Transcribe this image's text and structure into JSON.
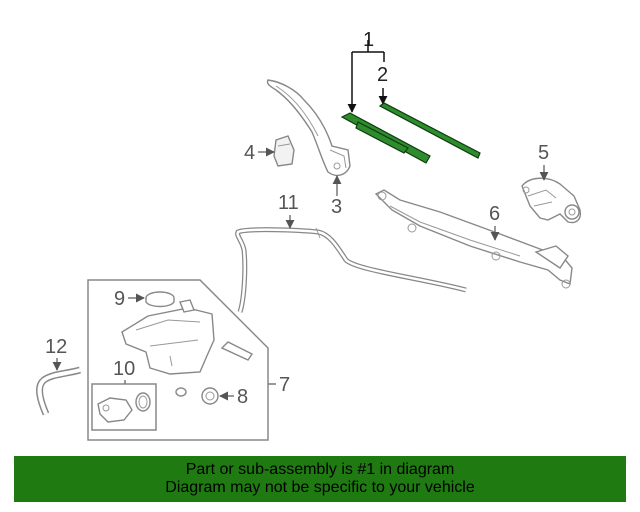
{
  "callouts": {
    "c1": "1",
    "c2": "2",
    "c3": "3",
    "c4": "4",
    "c5": "5",
    "c6": "6",
    "c7": "7",
    "c8": "8",
    "c9": "9",
    "c10": "10",
    "c11": "11",
    "c12": "12"
  },
  "banner": {
    "line1": "Part or sub-assembly is #1 in diagram",
    "line2": "Diagram may not be specific to your vehicle"
  },
  "colors": {
    "banner_bg": "#1f7a12",
    "highlight_part": "#2e8b2e",
    "line_art": "#888888"
  }
}
